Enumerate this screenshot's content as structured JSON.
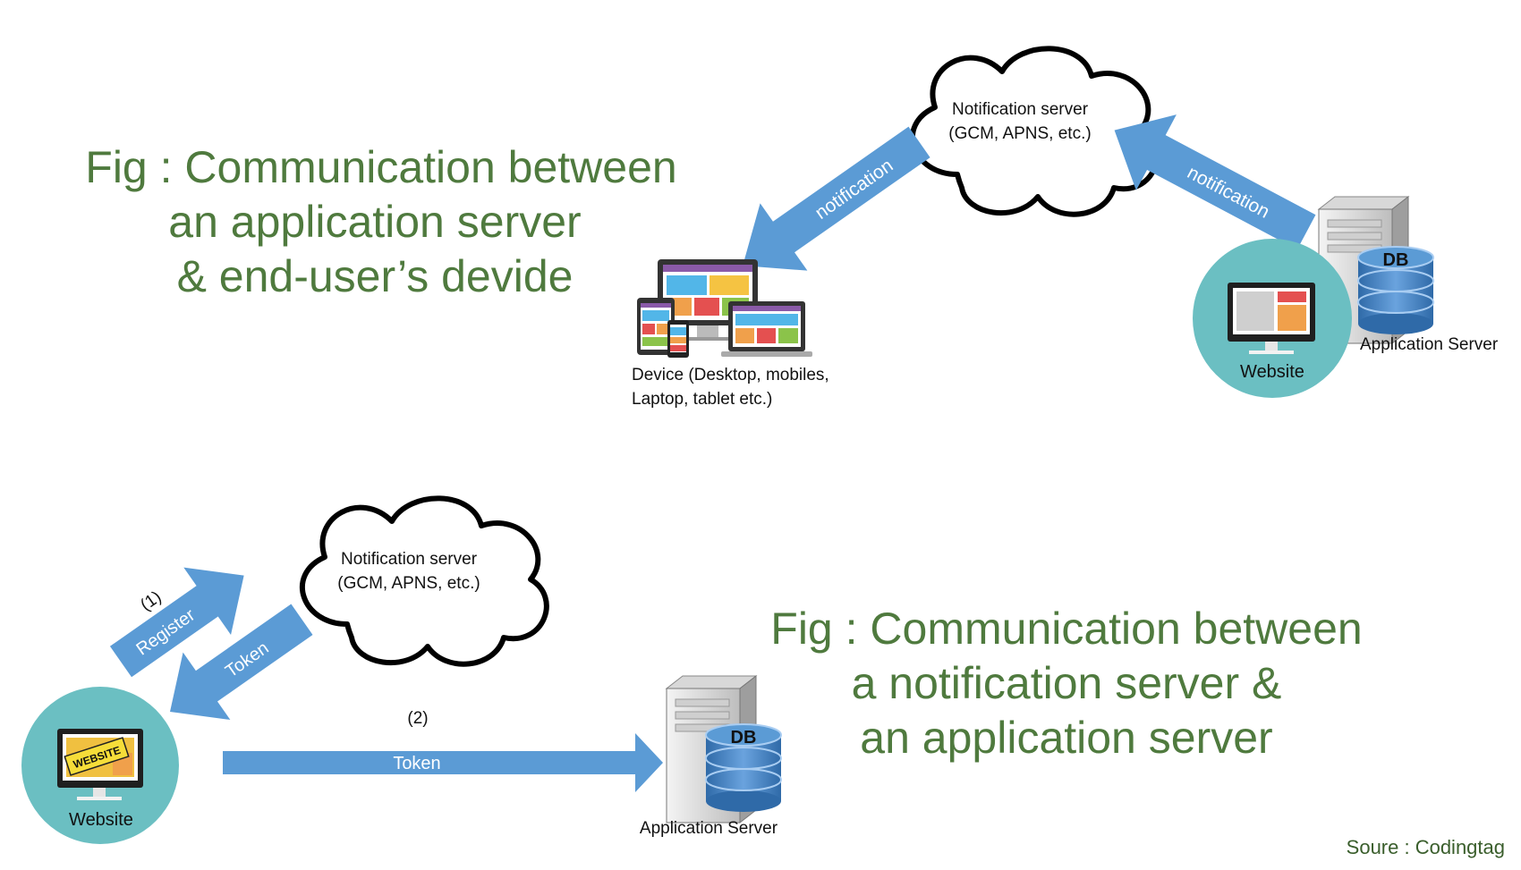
{
  "fig1": {
    "title_lines": [
      "Fig : Communication between",
      "an application server",
      "& end-user’s devide"
    ],
    "cloud": {
      "line1": "Notification server",
      "line2": "(GCM, APNS, etc.)"
    },
    "arrow_to_device": "notification",
    "arrow_from_server": "notification",
    "device_caption": {
      "line1": "Device (Desktop, mobiles,",
      "line2": "Laptop, tablet etc.)"
    },
    "website_label": "Website",
    "db_label": "DB",
    "server_label": "Application Server"
  },
  "fig2": {
    "title_lines": [
      "Fig : Communication between",
      "a notification server &",
      "an application server"
    ],
    "cloud": {
      "line1": "Notification server",
      "line2": "(GCM, APNS, etc.)"
    },
    "step1": "(1)",
    "register": "Register",
    "token_back": "Token",
    "step2": "(2)",
    "token_forward": "Token",
    "website_label": "Website",
    "website_sign": "WEBSITE",
    "db_label": "DB",
    "server_label": "Application Server"
  },
  "credit": "Soure : Codingtag",
  "colors": {
    "arrow": "#5b9bd5",
    "circle": "#6bbfc2",
    "title": "#4f7a3e",
    "db": "#4f86c6"
  }
}
